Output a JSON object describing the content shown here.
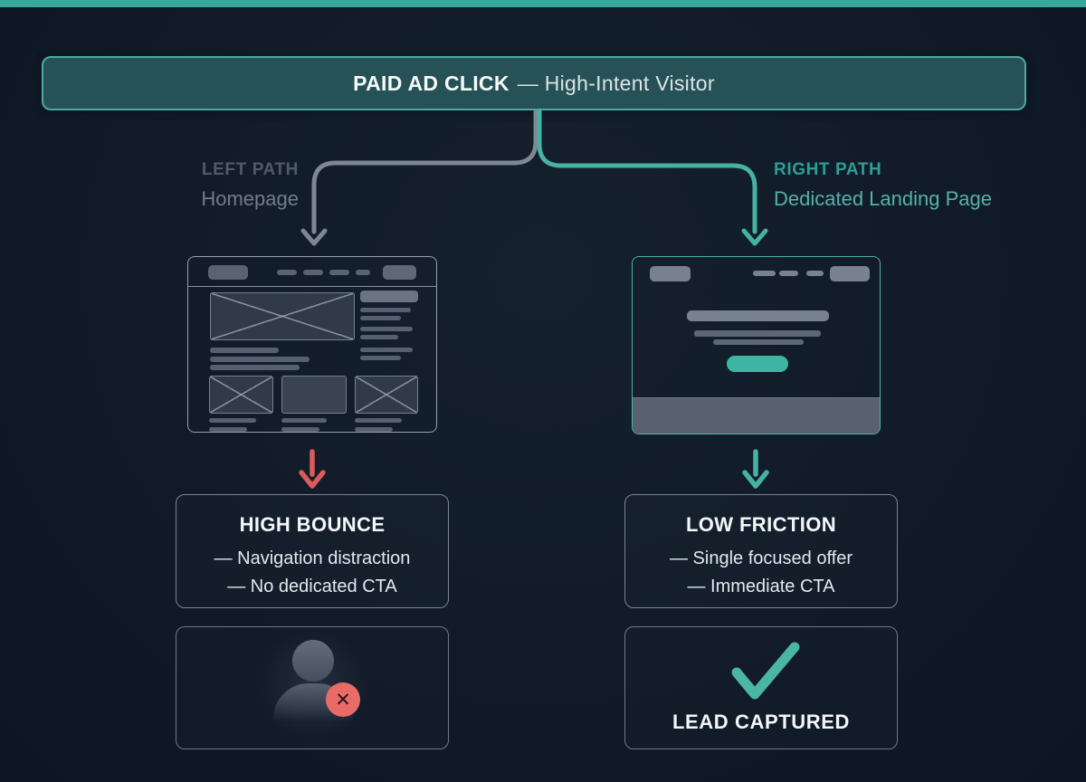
{
  "colors": {
    "background": "#111B28",
    "top_bar": "#38A89D",
    "teal_accent": "#45B2A3",
    "teal_cta": "#3DB5A5",
    "gray_path": "#7E8894",
    "red_arrow": "#DA5B5B",
    "header_fill": "#265257",
    "header_border": "#4FA9A0"
  },
  "header": {
    "title_bold": "PAID AD CLICK",
    "title_rest": "— High-Intent Visitor"
  },
  "left_path": {
    "label": "LEFT PATH",
    "sublabel": "Homepage"
  },
  "right_path": {
    "label": "RIGHT PATH",
    "sublabel": "Dedicated Landing Page"
  },
  "left_result": {
    "title": "HIGH BOUNCE",
    "items": [
      "— Navigation distraction",
      "— No dedicated CTA"
    ]
  },
  "right_result": {
    "title": "LOW FRICTION",
    "items": [
      "— Single focused offer",
      "— Immediate CTA"
    ]
  },
  "left_outcome": {
    "icon": "person-lost-icon",
    "badge_icon": "x-badge-icon",
    "badge_glyph": "✕"
  },
  "right_outcome": {
    "icon": "checkmark-icon",
    "label": "LEAD CAPTURED"
  }
}
